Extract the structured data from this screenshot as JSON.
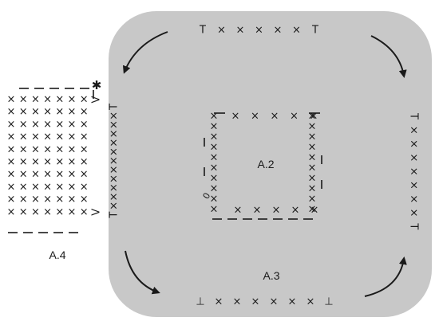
{
  "diagram": {
    "colors": {
      "panel": "#c8c8c8",
      "ink": "#1a1a1a",
      "background": "#ffffff"
    },
    "glyphs": {
      "x": "×",
      "T": "T",
      "T_inv": "⊥",
      "dash": "—",
      "bar": "|",
      "v": "V",
      "star": "✱"
    },
    "labels": {
      "a2": "A.2",
      "a3": "A.3",
      "a4": "A.4",
      "zero": "0"
    },
    "charts": {
      "a2": {
        "top": [
          "x",
          "x",
          "x",
          "x",
          "x"
        ],
        "bottom": [
          "x",
          "x",
          "x",
          "x",
          "x"
        ],
        "left": [
          "x",
          "x",
          "x",
          "x",
          "x",
          "x",
          "x",
          "x",
          "x",
          "x"
        ],
        "right": [
          "x",
          "x",
          "x",
          "x",
          "x",
          "x",
          "x",
          "x",
          "x",
          "x"
        ]
      },
      "a3": {
        "top": [
          "T",
          "x",
          "x",
          "x",
          "x",
          "x",
          "T"
        ],
        "bottom": [
          "T_inv",
          "x",
          "x",
          "x",
          "x",
          "x",
          "x",
          "T_inv"
        ],
        "left": [
          "T",
          "x",
          "x",
          "x",
          "x",
          "x",
          "x",
          "x",
          "x",
          "x",
          "x",
          "x",
          "T"
        ],
        "right": [
          "T",
          "x",
          "x",
          "x",
          "x",
          "x",
          "x",
          "x",
          "T"
        ]
      },
      "a4": {
        "rows": 10,
        "cols": 7,
        "cell": "x",
        "row_end_marks": [
          "V",
          "",
          "",
          "",
          "",
          "",
          "",
          "",
          "",
          "V"
        ]
      }
    },
    "arrows": [
      "arrow-top-left",
      "arrow-top-right",
      "arrow-bottom-left",
      "arrow-bottom-right"
    ]
  }
}
